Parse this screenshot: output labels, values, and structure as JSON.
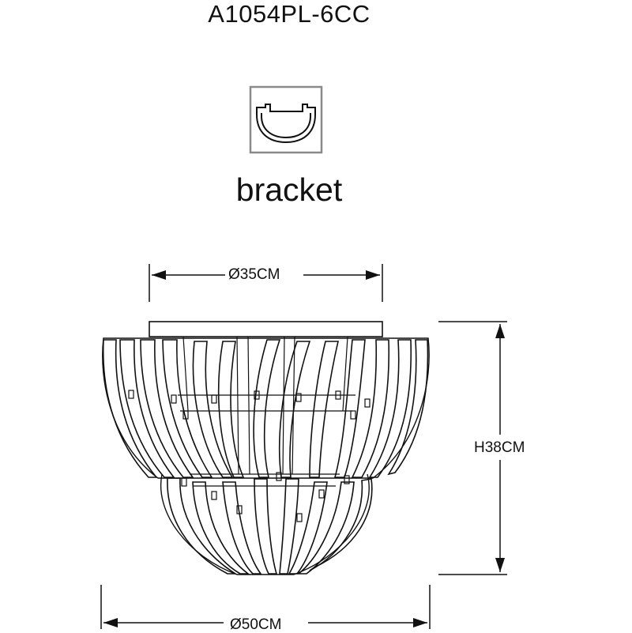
{
  "title": "A1054PL-6CC",
  "bracket": {
    "label": "bracket",
    "icon": "bracket-profile-icon"
  },
  "dimensions": {
    "top_diameter": "Ø35CM",
    "bottom_diameter": "Ø50CM",
    "height": "H38CM"
  },
  "drawing": {
    "subject": "chandelier-line-drawing",
    "line_color": "#111111"
  }
}
